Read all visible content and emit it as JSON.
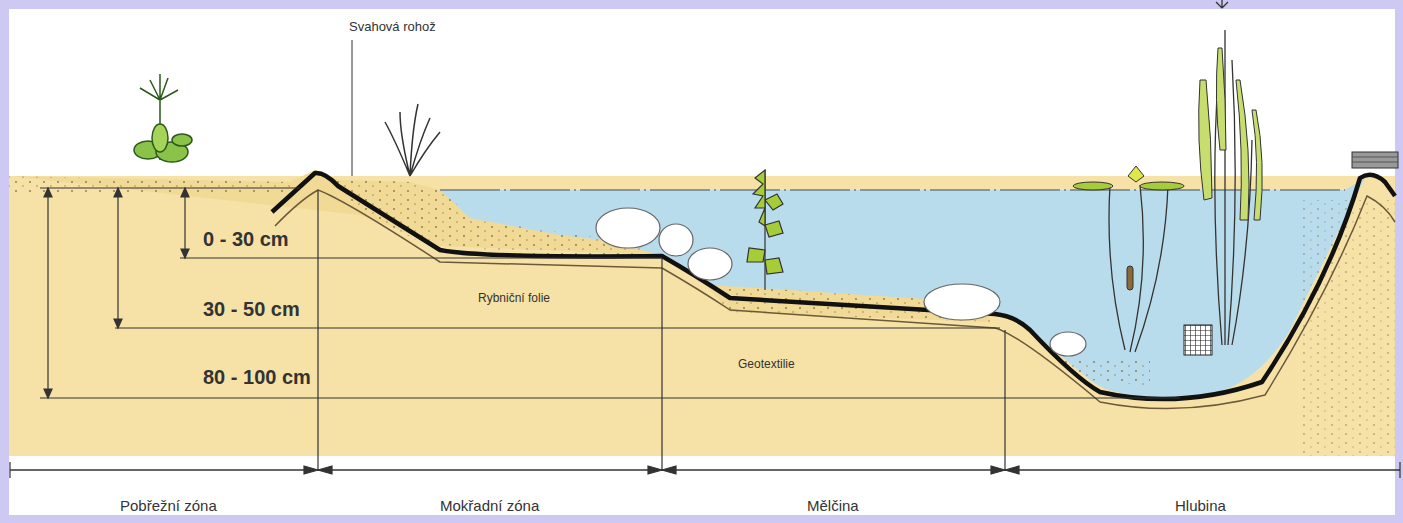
{
  "diagram": {
    "labels": [
      "Svahová rohož",
      "0 - 30 cm",
      "30 - 50 cm",
      "80 - 100 cm",
      "Rybniční folie",
      "Geotextilie",
      "Pobřežní zóna",
      "Mokřadní zóna",
      "Mělčina",
      "Hlubina"
    ]
  }
}
